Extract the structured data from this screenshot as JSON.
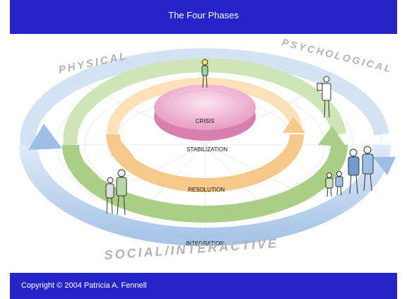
{
  "header": {
    "title": "The Four Phases"
  },
  "diagram": {
    "dimensions": {
      "top": "PHYSICAL",
      "right": "PSYCHOLOGICAL",
      "bottom": "SOCIAL/INTERACTIVE"
    },
    "phases": [
      {
        "label": "CRISIS",
        "color": "#e6a0c4"
      },
      {
        "label": "STABILIZATION",
        "color": "#f6c88a"
      },
      {
        "label": "RESOLUTION",
        "color": "#a8cf85"
      },
      {
        "label": "INTEGRATION",
        "color": "#9fc0e6"
      }
    ]
  },
  "footer": {
    "copyright": "Copyright © 2004 Patricia A. Fennell"
  }
}
